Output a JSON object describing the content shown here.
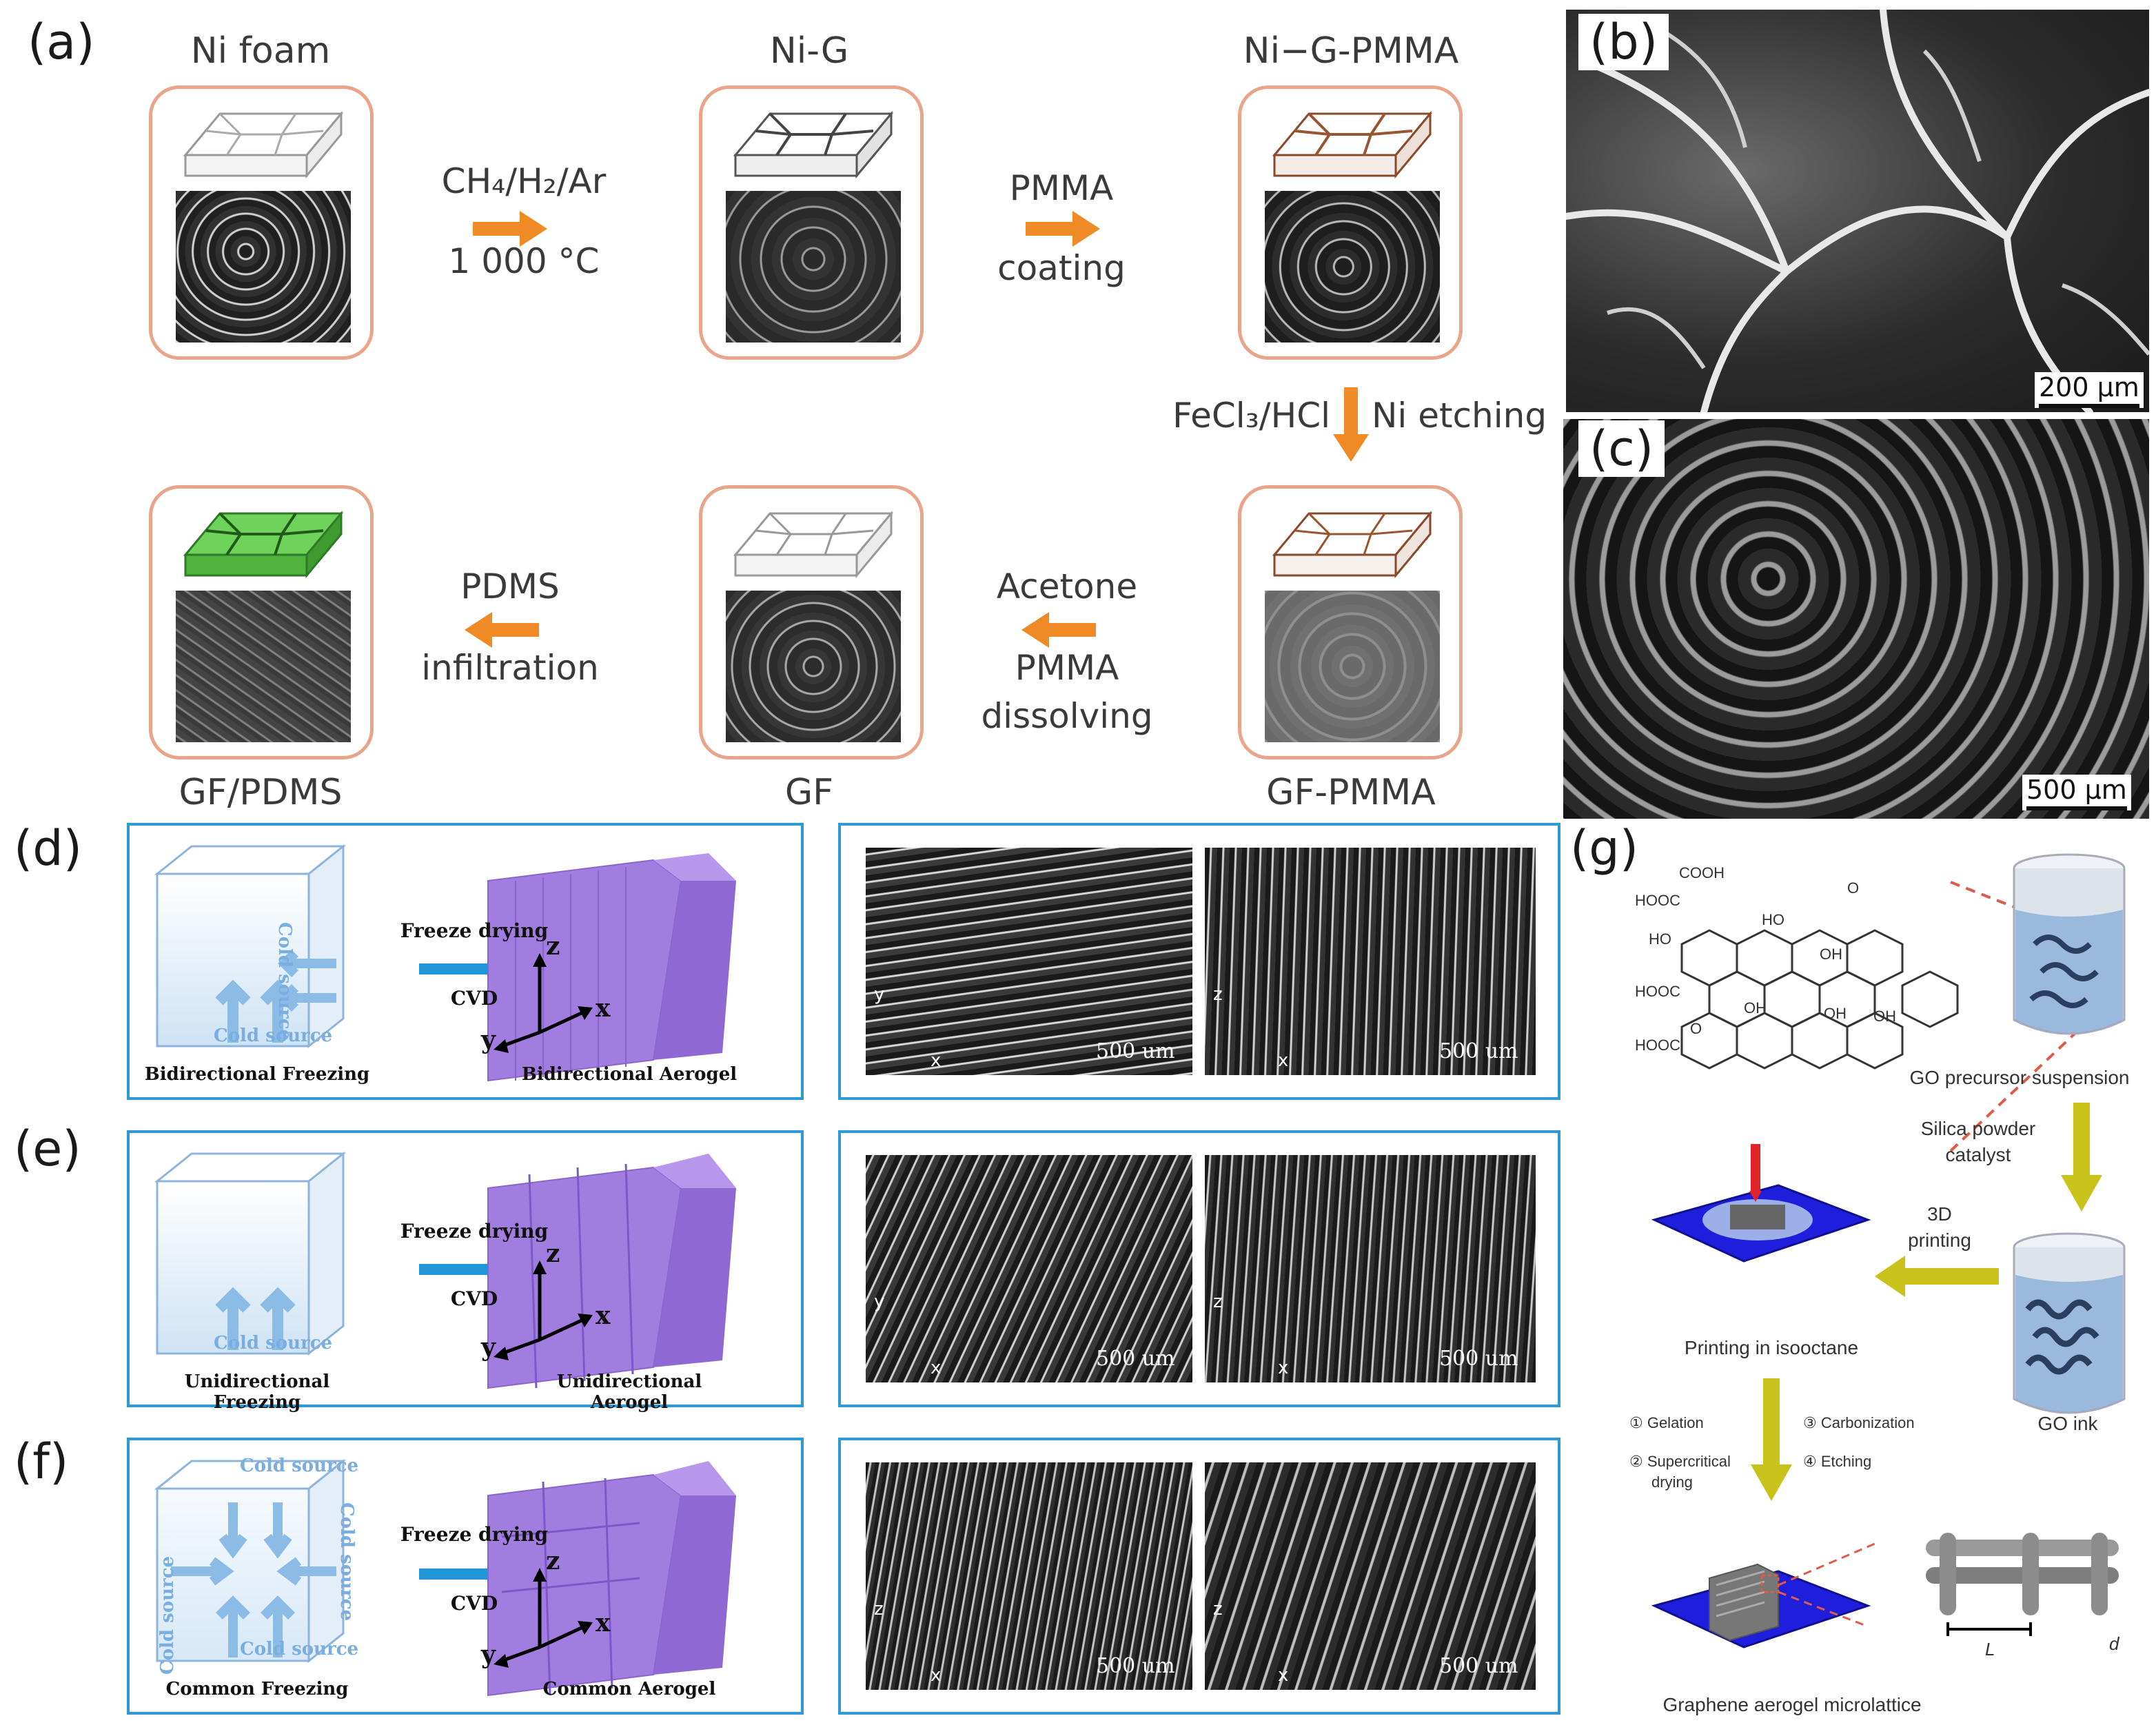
{
  "panel_a": {
    "label": "(a)",
    "stages": {
      "ni_foam": "Ni foam",
      "ni_g": "Ni-G",
      "ni_g_pmma": "Ni−G-PMMA",
      "gf_pmma": "GF-PMMA",
      "gf": "GF",
      "gf_pdms": "GF/PDMS"
    },
    "steps": {
      "cvd_gas": "CH₄/H₂/Ar",
      "cvd_temp": "1 000 °C",
      "pmma_line1": "PMMA",
      "pmma_line2": "coating",
      "etch_reagent": "FeCl₃/HCl",
      "etch_label": "Ni etching",
      "acetone_line1": "Acetone",
      "acetone_line2": "PMMA",
      "acetone_line3": "dissolving",
      "pdms_line1": "PDMS",
      "pdms_line2": "infiltration"
    }
  },
  "panel_b": {
    "label": "(b)",
    "scale": "200 μm"
  },
  "panel_c": {
    "label": "(c)",
    "scale": "500 μm"
  },
  "panel_d": {
    "label": "(d)",
    "cold_source_side": "Cold source",
    "cold_source_bottom": "Cold source",
    "process_line1": "Freeze drying",
    "process_line2": "CVD",
    "freezing": "Bidirectional Freezing",
    "aerogel": "Bidirectional Aerogel",
    "axis_z": "z",
    "axis_y": "y",
    "axis_x": "x",
    "sem_left_scale": "500 um",
    "sem_right_scale": "500 um",
    "sem_left_axes": [
      "y",
      "x"
    ],
    "sem_right_axes": [
      "z",
      "x"
    ]
  },
  "panel_e": {
    "label": "(e)",
    "cold_source_bottom": "Cold source",
    "process_line1": "Freeze drying",
    "process_line2": "CVD",
    "freezing": "Unidirectional Freezing",
    "aerogel": "Unidirectional Aerogel",
    "axis_z": "z",
    "axis_y": "y",
    "axis_x": "x",
    "sem_left_scale": "500 um",
    "sem_right_scale": "500 um",
    "sem_left_axes": [
      "y",
      "x"
    ],
    "sem_right_axes": [
      "z",
      "x"
    ]
  },
  "panel_f": {
    "label": "(f)",
    "cold_source_top": "Cold source",
    "cold_source_left": "Cold source",
    "cold_source_right": "Cold source",
    "cold_source_bottom": "Cold source",
    "process_line1": "Freeze drying",
    "process_line2": "CVD",
    "freezing": "Common Freezing",
    "aerogel": "Common Aerogel",
    "axis_z": "z",
    "axis_y": "y",
    "axis_x": "x",
    "sem_left_scale": "500 um",
    "sem_right_scale": "500 um",
    "sem_left_axes": [
      "z",
      "x"
    ],
    "sem_right_axes": [
      "z",
      "x"
    ]
  },
  "panel_g": {
    "label": "(g)",
    "go_groups": {
      "cooh": "COOH",
      "hooc1": "HOOC",
      "ho1": "HO",
      "hooc2": "HOOC",
      "hooc3": "HOOC",
      "ho2": "HO",
      "oh1": "OH",
      "oh2": "OH",
      "oh3": "OH",
      "oh4": "OH",
      "o1": "O",
      "o2": "O"
    },
    "go_precursor": "GO precursor suspension",
    "catalyst_line1": "Silica powder",
    "catalyst_line2": "catalyst",
    "printing_line1": "3D",
    "printing_line2": "printing",
    "printing_in": "Printing in isooctane",
    "go_ink": "GO ink",
    "step1": "① Gelation",
    "step2_line1": "② Supercritical",
    "step2_line2": "drying",
    "step3": "③ Carbonization",
    "step4": "④ Etching",
    "dim_L": "L",
    "dim_d": "d",
    "microlattice": "Graphene aerogel microlattice"
  },
  "colors": {
    "stage_border": "#e9a48a",
    "process_arrow": "#f08a24",
    "panel_border": "#2b9ad6",
    "aerogel": "#a27de0",
    "green_arrow": "#c9c21a",
    "print_bed": "#1e1edc"
  }
}
